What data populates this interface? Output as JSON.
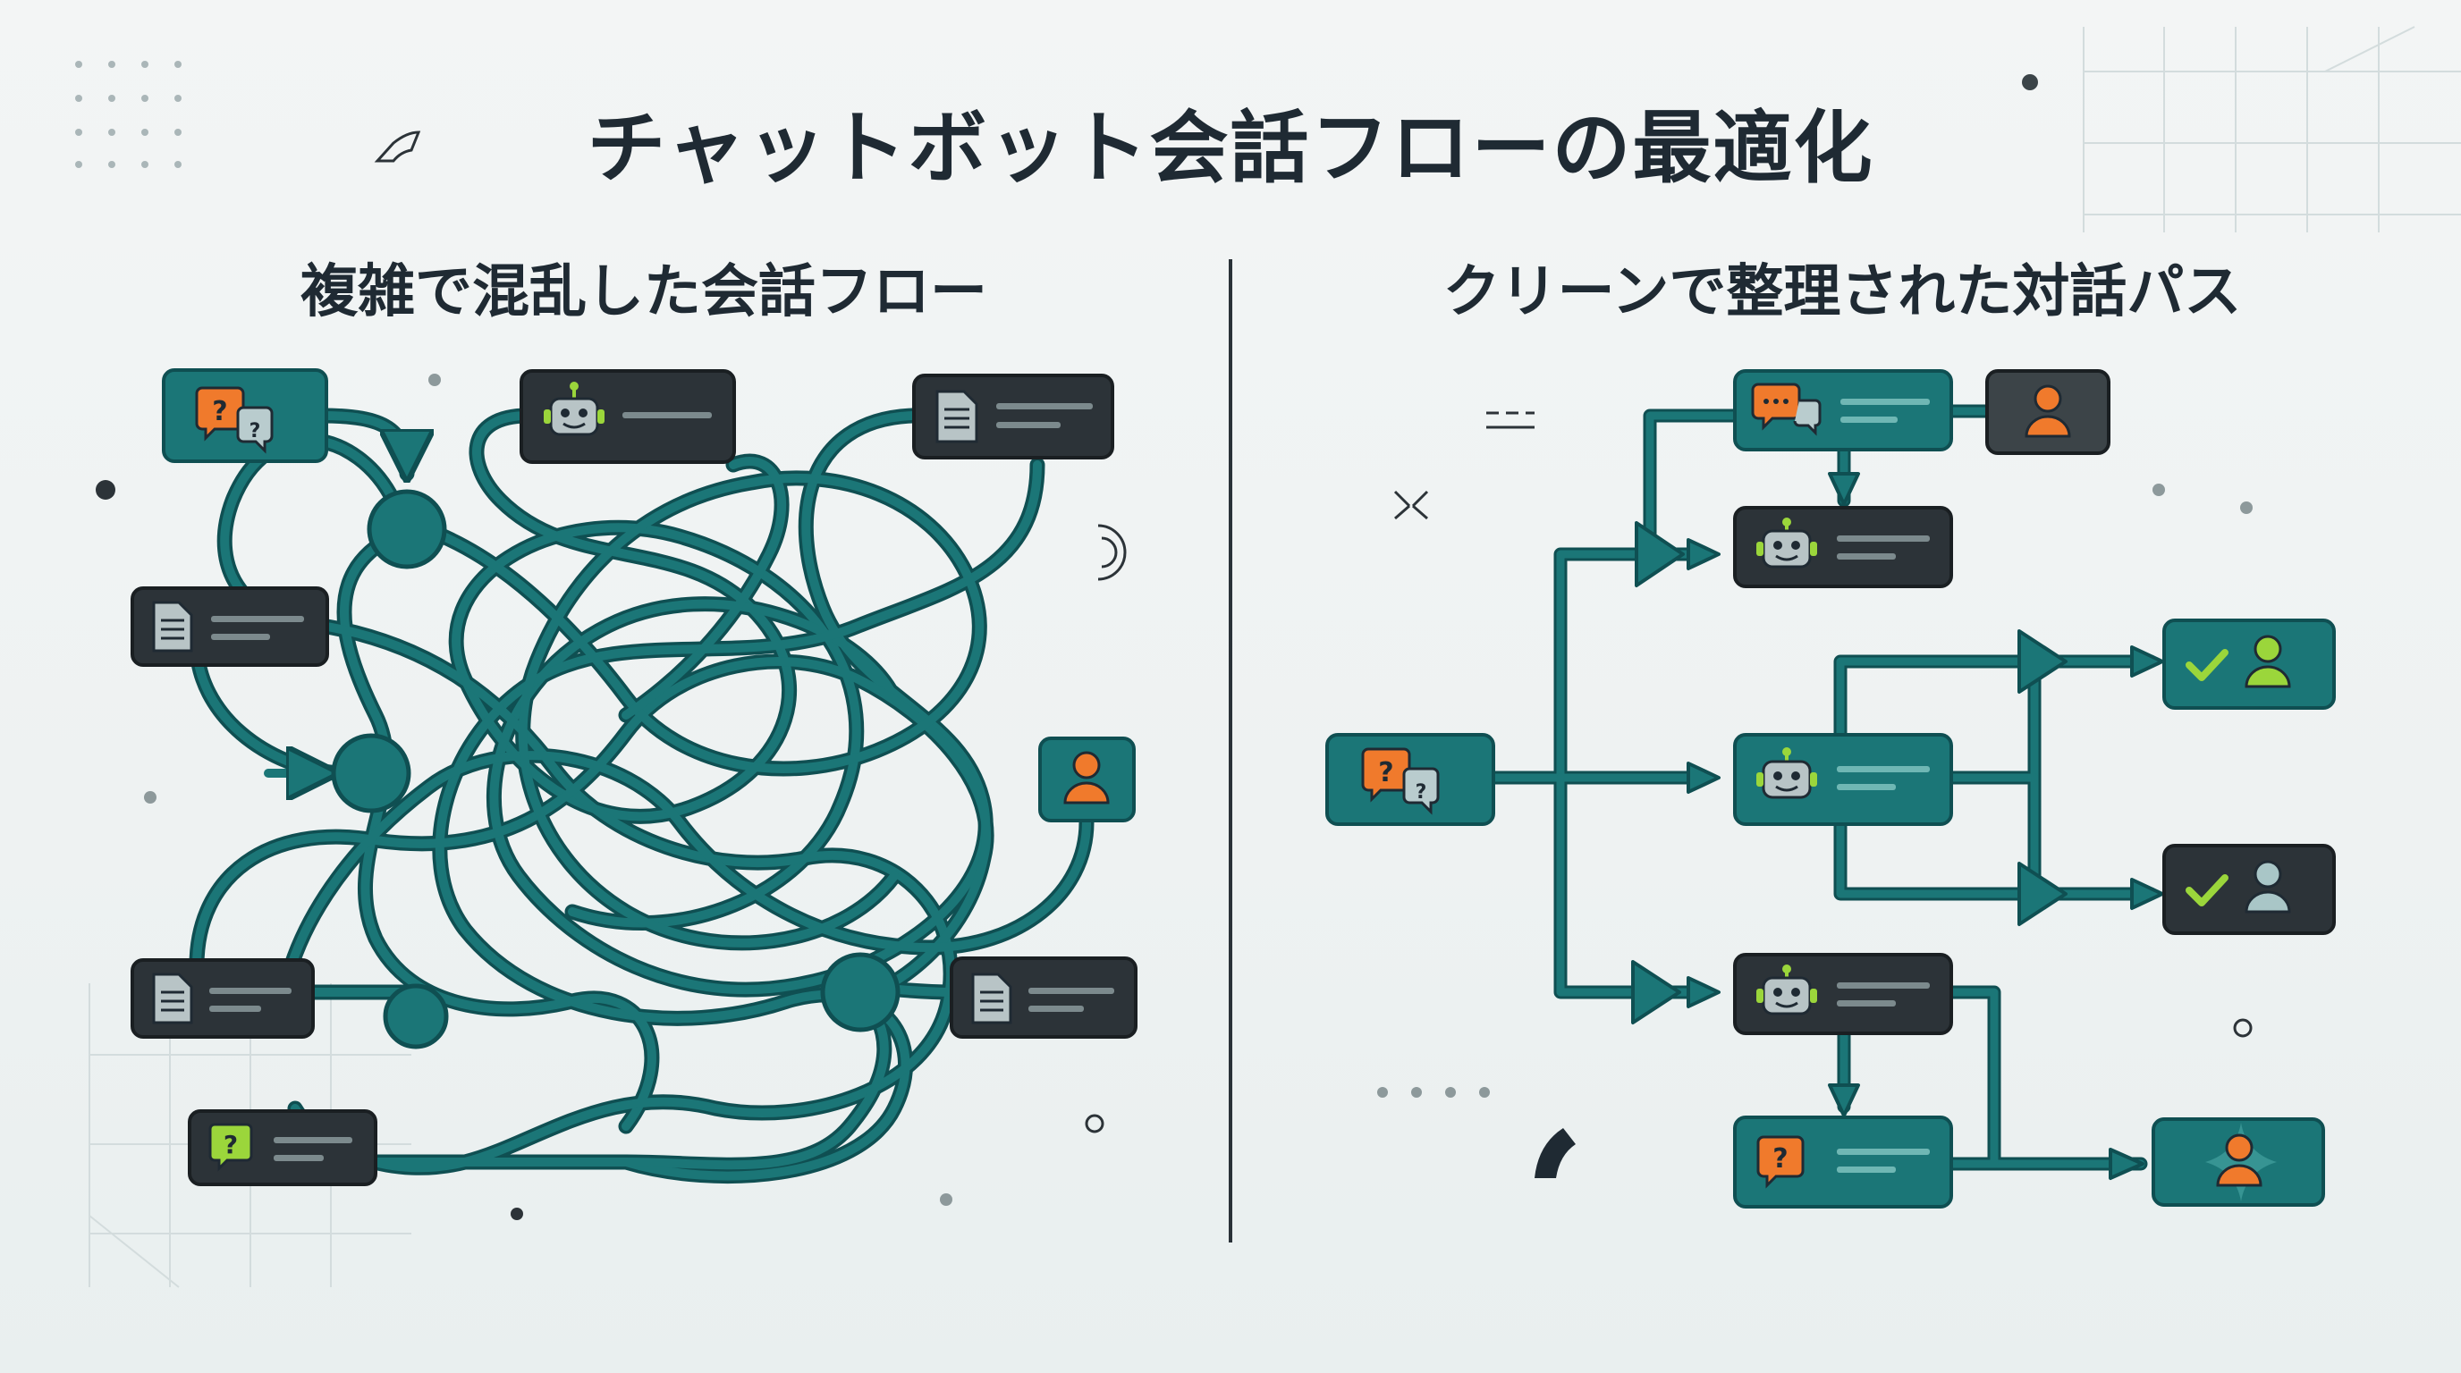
{
  "title": "チャットボット会話フローの最適化",
  "left_panel": {
    "heading": "複雑で混乱した会話フロー"
  },
  "right_panel": {
    "heading": "クリーンで整理された対話パス"
  },
  "colors": {
    "teal": "#1b7677",
    "teal_dark": "#0f4f52",
    "dark_node": "#2c3338",
    "orange": "#f07a2c",
    "lime": "#9bd63b",
    "light_gray_icon": "#b8c4c6",
    "ink": "#1f2a33"
  },
  "icons": [
    "question-chat-icon",
    "robot-icon",
    "document-icon",
    "person-icon",
    "ellipsis-chat-icon",
    "check-icon",
    "sparkle-icon"
  ]
}
